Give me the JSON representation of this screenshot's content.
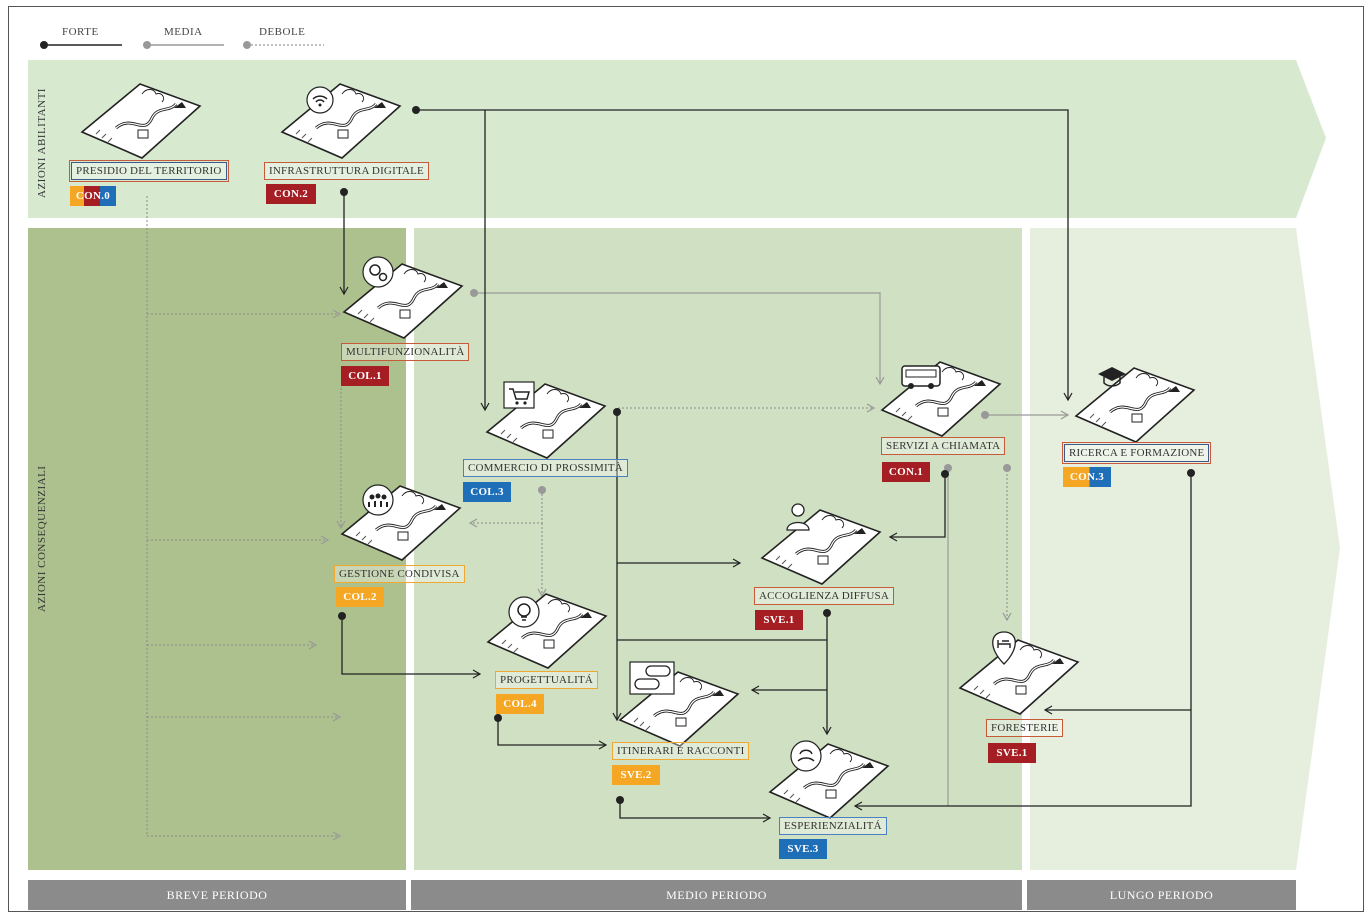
{
  "legend": {
    "strong": "FORTE",
    "medium": "MEDIA",
    "weak": "DEBOLE"
  },
  "bands": {
    "enabling": "AZIONI ABILITANTI",
    "consequential": "AZIONI CONSEQUENZIALI"
  },
  "periods": {
    "short": "BREVE PERIODO",
    "medium": "MEDIO PERIODO",
    "long": "LUNGO PERIODO"
  },
  "nodes": {
    "presidio": {
      "label": "PRESIDIO DEL TERRITORIO",
      "code": "CON.0",
      "icon": "terrain-icon"
    },
    "infrastruttura": {
      "label": "INFRASTRUTTURA DIGITALE",
      "code": "CON.2",
      "icon": "wifi-icon"
    },
    "multifunzionalita": {
      "label": "MULTIFUNZIONALITÀ",
      "code": "COL.1",
      "icon": "gears-icon"
    },
    "commercio": {
      "label": "COMMERCIO DI PROSSIMITÀ",
      "code": "COL.3",
      "icon": "shopping-cart-icon"
    },
    "servizi": {
      "label": "SERVIZI A CHIAMATA",
      "code": "CON.1",
      "icon": "bus-icon"
    },
    "ricerca": {
      "label": "RICERCA E FORMAZIONE",
      "code": "CON.3",
      "icon": "graduation-cap-icon"
    },
    "gestione": {
      "label": "GESTIONE CONDIVISA",
      "code": "COL.2",
      "icon": "people-icon"
    },
    "accoglienza": {
      "label": "ACCOGLIENZA DIFFUSA",
      "code": "SVE.1",
      "icon": "host-icon"
    },
    "progettualita": {
      "label": "PROGETTUALITÁ",
      "code": "COL.4",
      "icon": "lightbulb-icon"
    },
    "foresterie": {
      "label": "FORESTERIE",
      "code": "SVE.1",
      "icon": "bed-pin-icon"
    },
    "itinerari": {
      "label": "ITINERARI E RACCONTI",
      "code": "SVE.2",
      "icon": "chat-icon"
    },
    "esperienzialita": {
      "label": "ESPERIENZIALITÁ",
      "code": "SVE.3",
      "icon": "hands-icon"
    }
  },
  "colors": {
    "red": "#a51e23",
    "blue": "#1f6fb8",
    "orange": "#f5a623",
    "band_top": "#d9ead3",
    "band_short": "#a9bf8a",
    "band_medium": "#d1e0c3",
    "band_long": "#e4ecdc"
  }
}
